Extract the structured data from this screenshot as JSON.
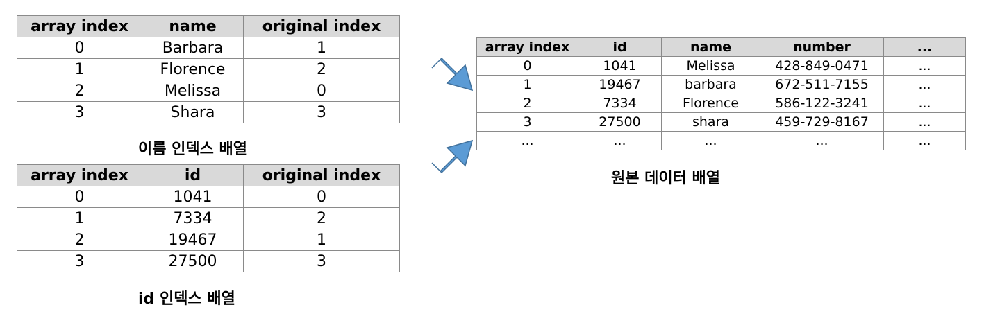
{
  "name_index_table": {
    "headers": [
      "array index",
      "name",
      "original index"
    ],
    "rows": [
      [
        "0",
        "Barbara",
        "1"
      ],
      [
        "1",
        "Florence",
        "2"
      ],
      [
        "2",
        "Melissa",
        "0"
      ],
      [
        "3",
        "Shara",
        "3"
      ]
    ],
    "caption": "이름 인덱스 배열"
  },
  "id_index_table": {
    "headers": [
      "array index",
      "id",
      "original index"
    ],
    "rows": [
      [
        "0",
        "1041",
        "0"
      ],
      [
        "1",
        "7334",
        "2"
      ],
      [
        "2",
        "19467",
        "1"
      ],
      [
        "3",
        "27500",
        "3"
      ]
    ],
    "caption": "id 인덱스 배열"
  },
  "original_table": {
    "headers": [
      "array index",
      "id",
      "name",
      "number",
      "..."
    ],
    "rows": [
      [
        "0",
        "1041",
        "Melissa",
        "428-849-0471",
        "..."
      ],
      [
        "1",
        "19467",
        "barbara",
        "672-511-7155",
        "..."
      ],
      [
        "2",
        "7334",
        "Florence",
        "586-122-3241",
        "..."
      ],
      [
        "3",
        "27500",
        "shara",
        "459-729-8167",
        "..."
      ],
      [
        "...",
        "...",
        "...",
        "...",
        "..."
      ]
    ],
    "caption": "원본 데이터 배열"
  },
  "colors": {
    "header_bg": "#d9d9d9",
    "border": "#8a8a8a",
    "arrow_fill": "#5b9bd5",
    "arrow_stroke": "#41719c"
  }
}
